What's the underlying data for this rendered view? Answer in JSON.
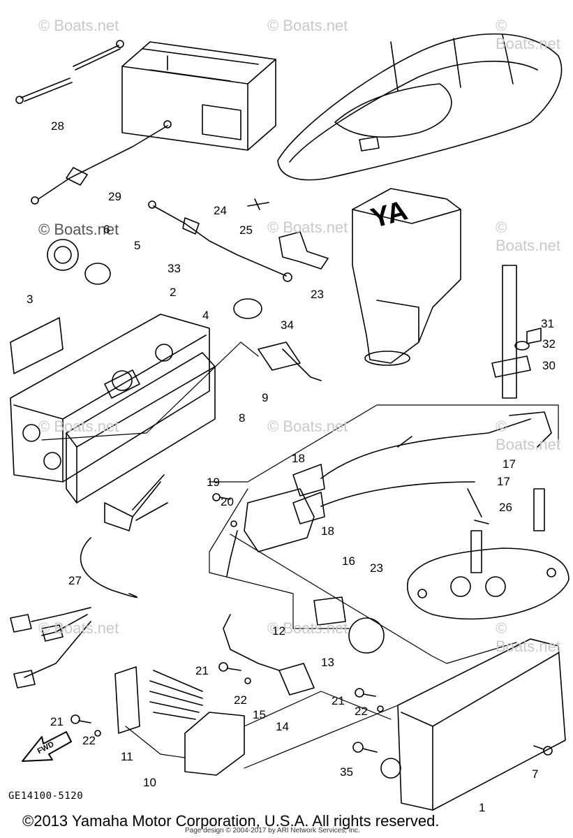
{
  "watermark": "© Boats.net",
  "callouts": [
    "1",
    "2",
    "3",
    "4",
    "5",
    "6",
    "7",
    "8",
    "9",
    "10",
    "11",
    "12",
    "13",
    "14",
    "15",
    "16",
    "17",
    "17",
    "18",
    "18",
    "19",
    "20",
    "21",
    "21",
    "21",
    "22",
    "22",
    "22",
    "23",
    "23",
    "24",
    "25",
    "26",
    "27",
    "28",
    "29",
    "30",
    "31",
    "32",
    "33",
    "34",
    "35"
  ],
  "diagram_code": "GE14100-5120",
  "fwd_label": "FWD",
  "copyright": "©2013 Yamaha Motor Corporation, U.S.A. All rights reserved.",
  "page_design": "Page design © 2004-2017 by ARI Network Services, Inc."
}
